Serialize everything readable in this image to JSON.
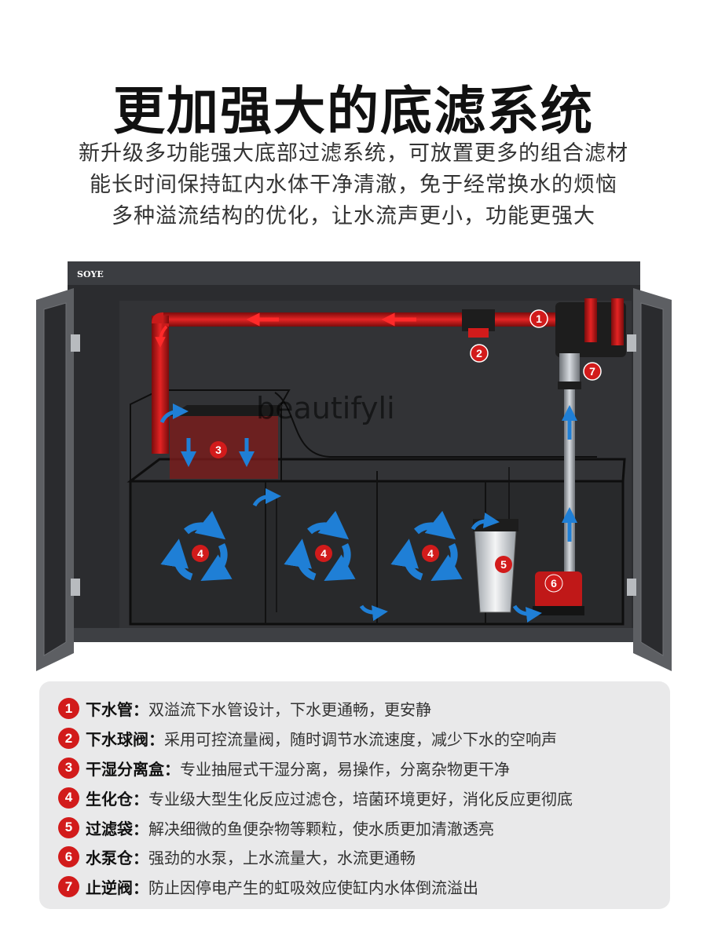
{
  "header": {
    "title": "更加强大的底滤系统",
    "subtitle_lines": [
      "新升级多功能强大底部过滤系统，可放置更多的组合滤材",
      "能长时间保持缸内水体干净清澈，免于经常换水的烦恼",
      "多种溢流结构的优化，让水流声更小，功能更强大"
    ]
  },
  "illustration": {
    "brand": "SOYE",
    "watermark": "beautifyli",
    "markers": [
      "1",
      "2",
      "3",
      "4",
      "4",
      "4",
      "5",
      "6",
      "7"
    ]
  },
  "colors": {
    "accent": "#d21b1b",
    "flow_arrow": "#1f7fd6",
    "cabinet": "#4a4c50"
  },
  "legend": [
    {
      "num": "1",
      "label": "下水管：",
      "desc": "双溢流下水管设计，下水更通畅，更安静"
    },
    {
      "num": "2",
      "label": "下水球阀：",
      "desc": "采用可控流量阀，随时调节水流速度，减少下水的空响声"
    },
    {
      "num": "3",
      "label": "干湿分离盒：",
      "desc": "专业抽屉式干湿分离，易操作，分离杂物更干净"
    },
    {
      "num": "4",
      "label": "生化仓：",
      "desc": "专业级大型生化反应过滤仓，培菌环境更好，消化反应更彻底"
    },
    {
      "num": "5",
      "label": "过滤袋：",
      "desc": "解决细微的鱼便杂物等颗粒，使水质更加清澈透亮"
    },
    {
      "num": "6",
      "label": "水泵仓：",
      "desc": "强劲的水泵，上水流量大，水流更通畅"
    },
    {
      "num": "7",
      "label": "止逆阀：",
      "desc": "防止因停电产生的虹吸效应使缸内水体倒流溢出"
    }
  ]
}
